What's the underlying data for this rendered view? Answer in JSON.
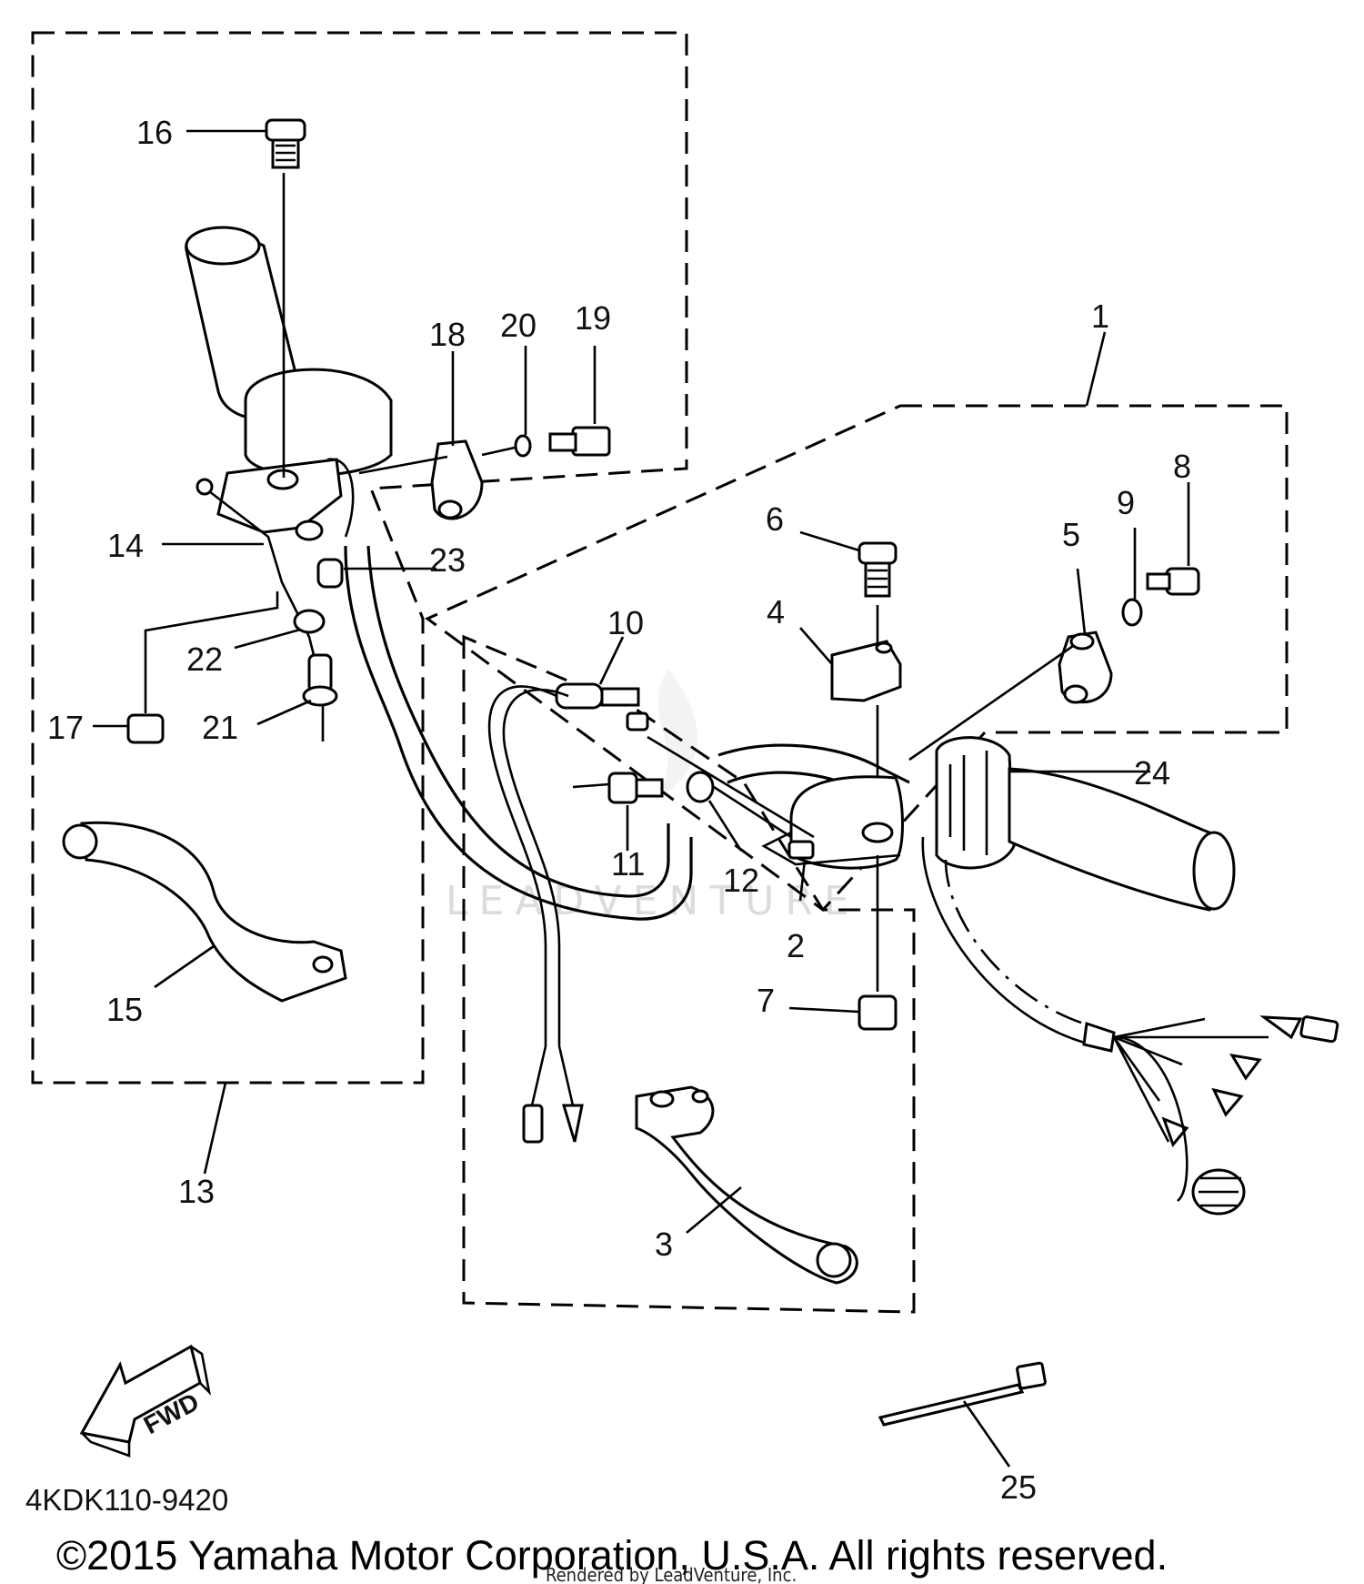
{
  "callouts": {
    "p1": "1",
    "p2": "2",
    "p3": "3",
    "p4": "4",
    "p5": "5",
    "p6": "6",
    "p7": "7",
    "p8": "8",
    "p9": "9",
    "p10": "10",
    "p11": "11",
    "p12": "12",
    "p13": "13",
    "p14": "14",
    "p15": "15",
    "p16": "16",
    "p17": "17",
    "p18": "18",
    "p19": "19",
    "p20": "20",
    "p21": "21",
    "p22": "22",
    "p23": "23",
    "p24": "24",
    "p25": "25"
  },
  "fwd_label": "FWD",
  "diagram_code": "4KDK110-9420",
  "watermark": "LEADVENTURE",
  "copyright": "©2015 Yamaha Motor Corporation, U.S.A. All rights reserved.",
  "rendered_by": "Rendered by LeadVenture, Inc."
}
